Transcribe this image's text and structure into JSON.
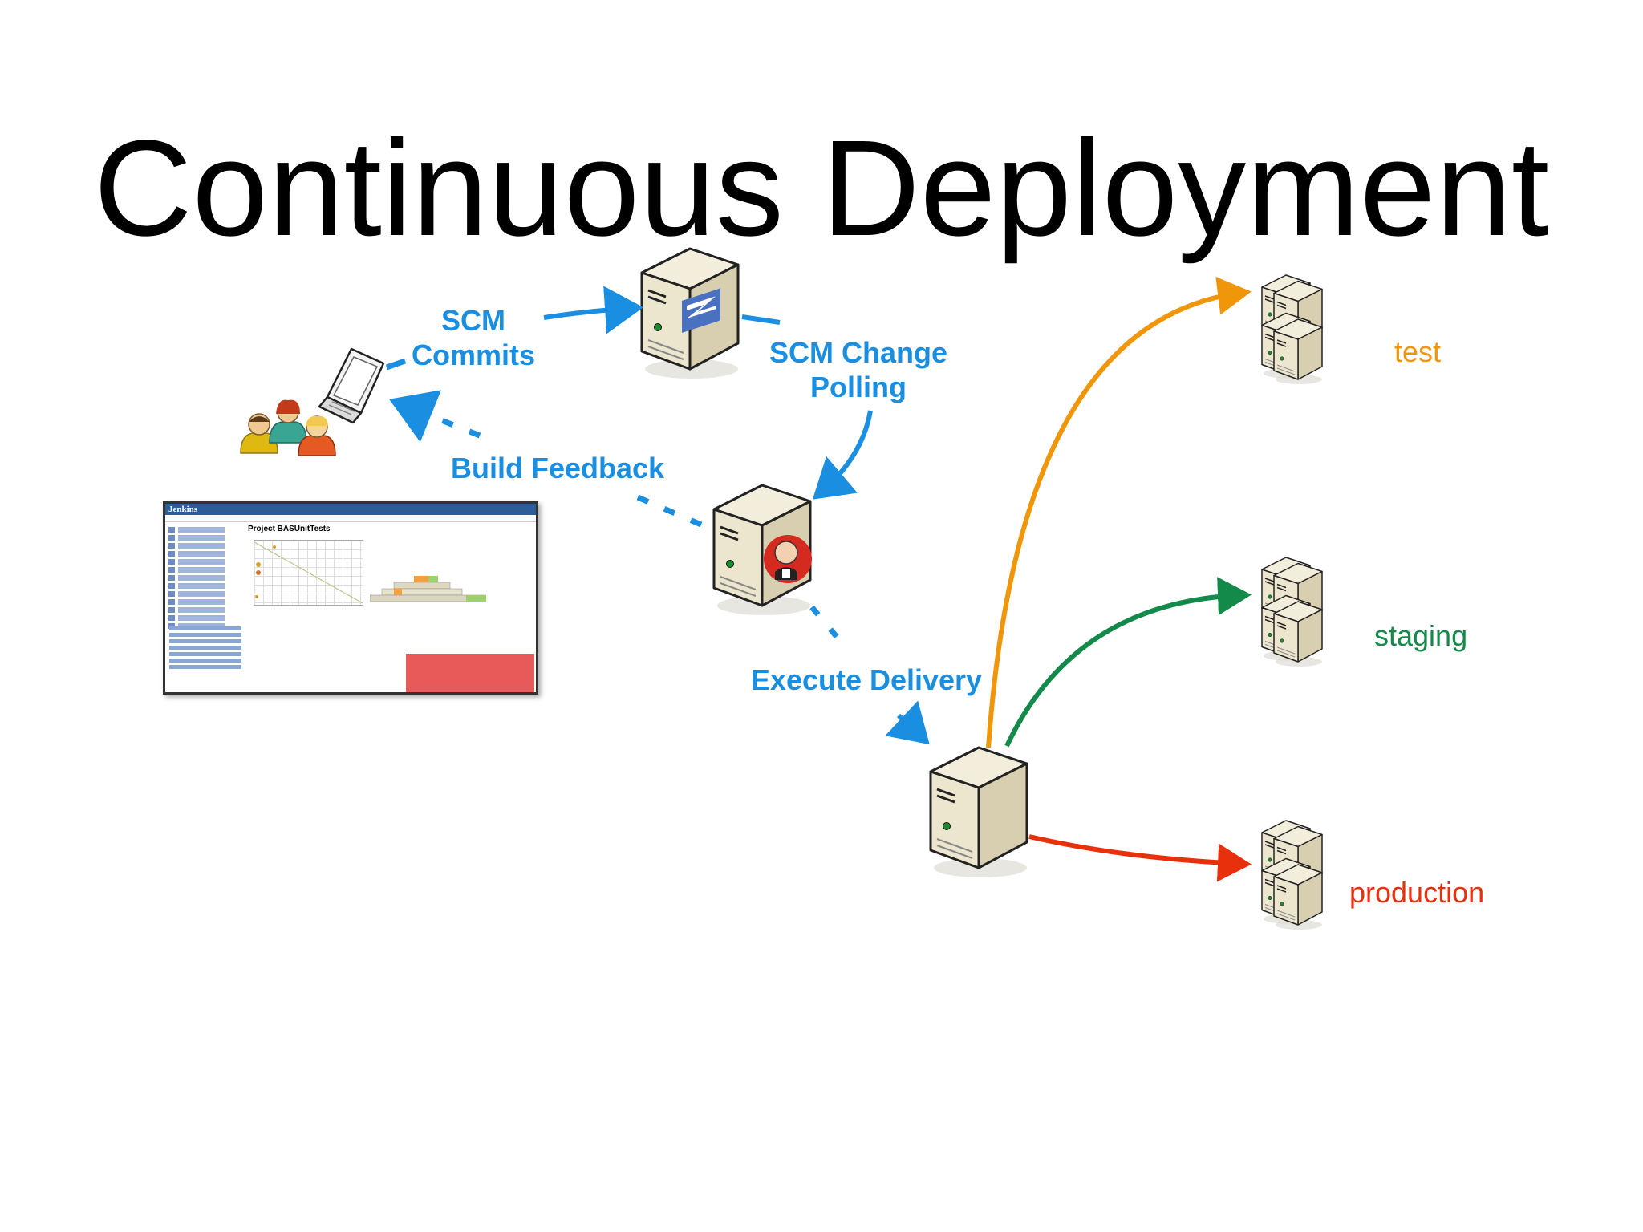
{
  "title": "Continuous Deployment",
  "labels": {
    "scm_commits": "SCM\nCommits",
    "scm_polling": "SCM Change\nPolling",
    "build_feedback": "Build Feedback",
    "execute_delivery": "Execute Delivery"
  },
  "environments": [
    {
      "name": "test",
      "color": "#f0960a"
    },
    {
      "name": "staging",
      "color": "#138a4a"
    },
    {
      "name": "production",
      "color": "#e8300c"
    }
  ],
  "screenshot": {
    "app_name": "Jenkins",
    "project_title": "Project BASUnitTests"
  },
  "colors": {
    "label_blue": "#1a8ee0",
    "server_body": "#ede6cf",
    "server_side": "#d8ceb0"
  }
}
